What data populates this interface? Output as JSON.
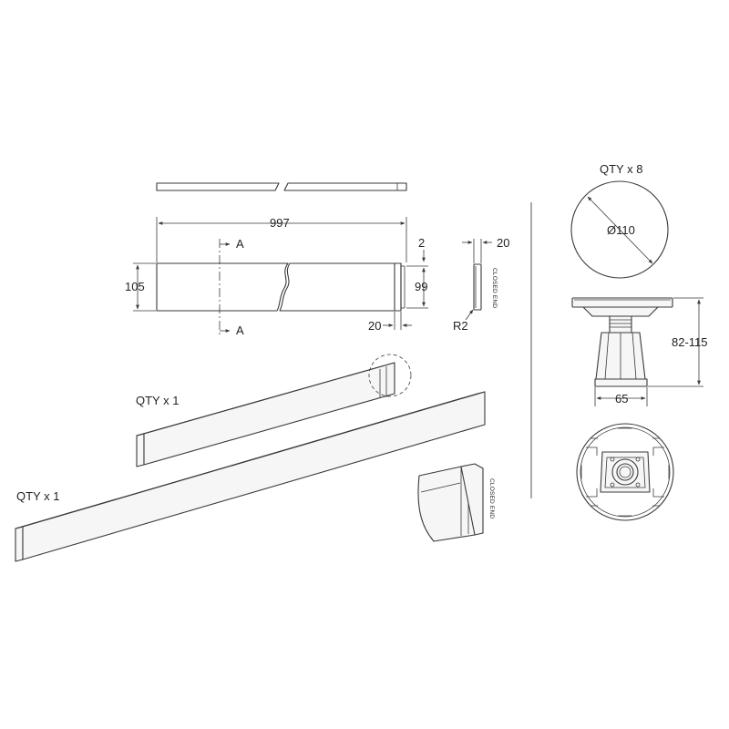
{
  "drawing": {
    "dimensions": {
      "length": "997",
      "height": "105",
      "inner_height": "99",
      "end_width": "20",
      "lip": "2",
      "end_cap_width": "20",
      "radius": "R2",
      "support_diameter": "Ø110",
      "support_height": "82-115",
      "support_base": "65"
    },
    "section_label": "A",
    "closed_end_label": "CLOSED END",
    "quantities": {
      "support_legs": "QTY x 8",
      "short_panel": "QTY x 1",
      "long_panel": "QTY x 1"
    }
  }
}
